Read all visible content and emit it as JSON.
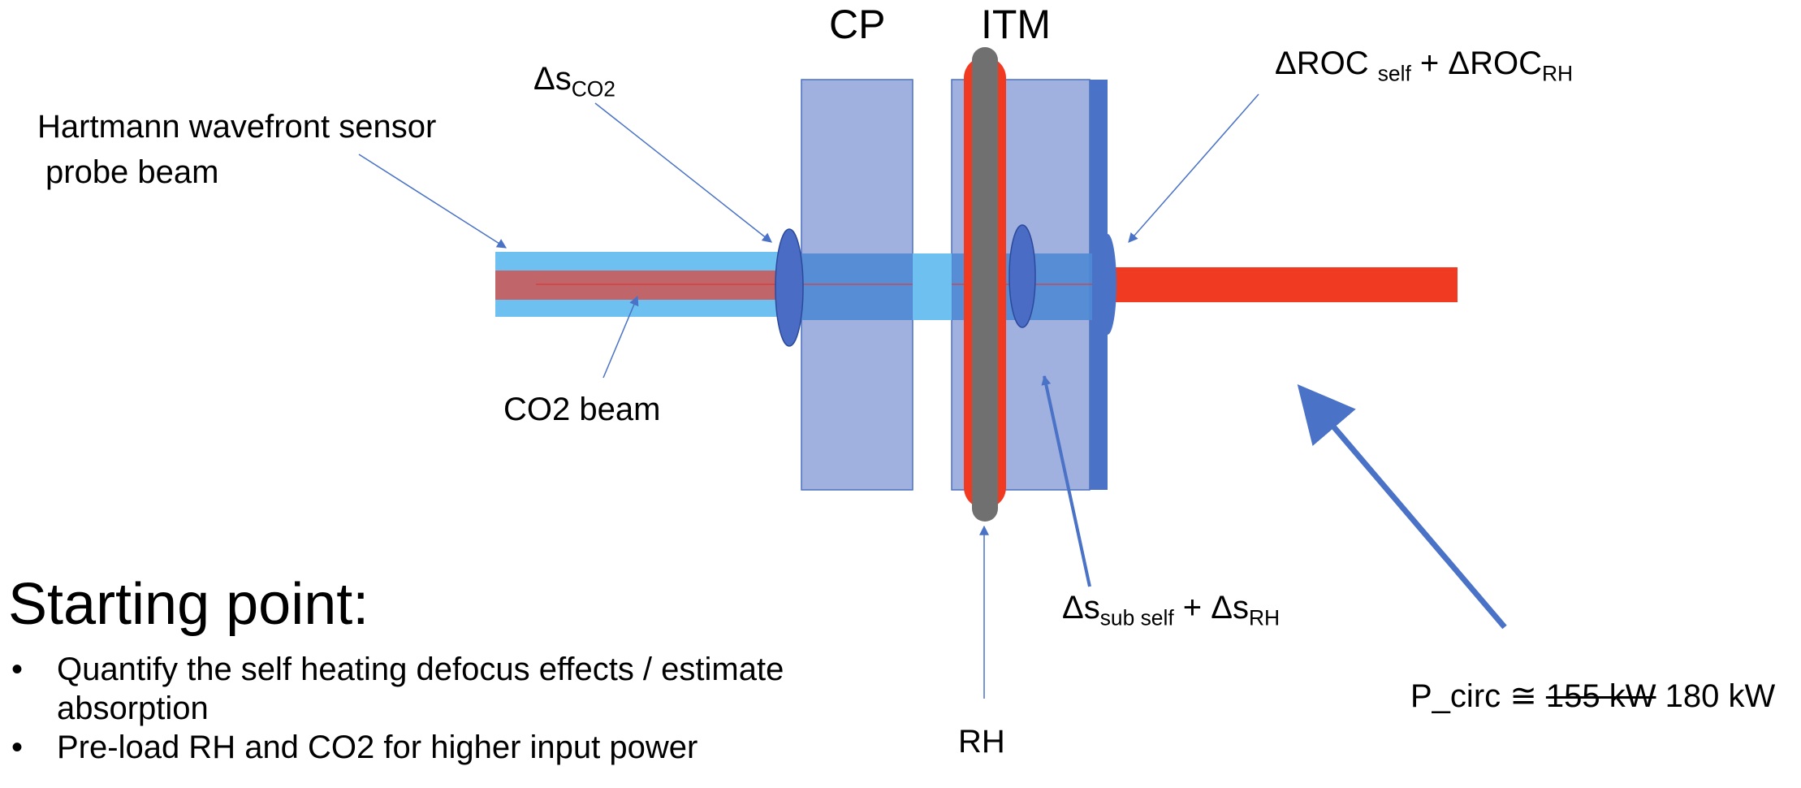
{
  "labels": {
    "cp": "CP",
    "itm": "ITM",
    "hartmann_line1": "Hartmann wavefront sensor",
    "hartmann_line2": "probe beam",
    "delta_s_co2": {
      "main": "Δs",
      "sub": "CO2"
    },
    "droc": {
      "part1": "ΔROC ",
      "sub1": "self",
      "part2": " + ΔROC",
      "sub2": "RH"
    },
    "co2_beam": "CO2 beam",
    "delta_s_sub": {
      "main1": "Δs",
      "sub1": "sub self",
      "main2": " + Δs",
      "sub2": "RH"
    },
    "rh": "RH",
    "p_circ": {
      "prefix": "P_circ ≅ ",
      "struck": "155 kW",
      "suffix": " 180 kW"
    }
  },
  "heading": "Starting point:",
  "bullets": [
    "Quantify the self heating defocus effects / estimate absorption",
    "Pre-load RH and CO2 for higher input power"
  ],
  "colors": {
    "probe_beam": "#6ec0f0",
    "co2_beam": "#c0656a",
    "glass": "#a0b1df",
    "glass_edge": "#4a70c0",
    "hr_coating": "#4a72c6",
    "heater_ring": "#f03a22",
    "heater_core": "#707070",
    "circ_beam": "#f03a22",
    "arrow": "#4a72c6"
  }
}
